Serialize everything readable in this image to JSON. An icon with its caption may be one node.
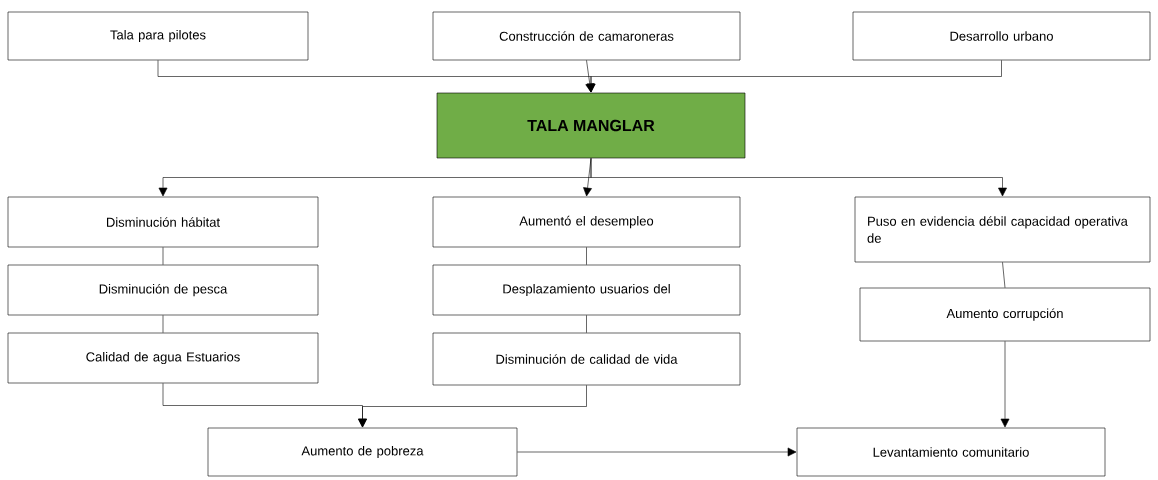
{
  "diagram": {
    "nodes": [
      {
        "text": [
          "Tala para pilotes"
        ]
      },
      {
        "text": [
          "Construcción  de camaroneras"
        ]
      },
      {
        "text": [
          "Desarrollo urbano"
        ]
      },
      {
        "text": [
          "TALA MANGLAR"
        ]
      },
      {
        "text": [
          "Disminución hábitat"
        ]
      },
      {
        "text": [
          "Disminución de pesca"
        ]
      },
      {
        "text": [
          "Calidad de agua Estuarios"
        ]
      },
      {
        "text": [
          "Aumentó el desempleo"
        ]
      },
      {
        "text": [
          "Desplazamiento usuarios del"
        ]
      },
      {
        "text": [
          "Disminución de calidad de vida"
        ]
      },
      {
        "text": [
          "Puso en evidencia débil capacidad operativa de"
        ]
      },
      {
        "text": [
          "Aumento  corrupción"
        ]
      },
      {
        "text": [
          "Aumento de pobreza"
        ]
      },
      {
        "text": [
          "Levantamiento comunitario"
        ]
      }
    ],
    "edges": [
      {
        "from": 0,
        "to": 3,
        "arrow": "to"
      },
      {
        "from": 1,
        "to": 3,
        "arrow": "to"
      },
      {
        "from": 2,
        "to": 3,
        "arrow": "to"
      },
      {
        "from": 3,
        "to": 4,
        "arrow": "to"
      },
      {
        "from": 3,
        "to": 7,
        "arrow": "to"
      },
      {
        "from": 3,
        "to": 10,
        "arrow": "to"
      },
      {
        "from": 4,
        "to": 5,
        "arrow": "none"
      },
      {
        "from": 5,
        "to": 6,
        "arrow": "none"
      },
      {
        "from": 7,
        "to": 8,
        "arrow": "none"
      },
      {
        "from": 8,
        "to": 9,
        "arrow": "none"
      },
      {
        "from": 10,
        "to": 11,
        "arrow": "none"
      },
      {
        "from": 6,
        "to": 12,
        "arrow": "to"
      },
      {
        "from": 9,
        "to": 12,
        "arrow": "to"
      },
      {
        "from": 11,
        "to": 13,
        "arrow": "to"
      },
      {
        "from": 12,
        "to": 13,
        "arrow": "to"
      }
    ]
  }
}
